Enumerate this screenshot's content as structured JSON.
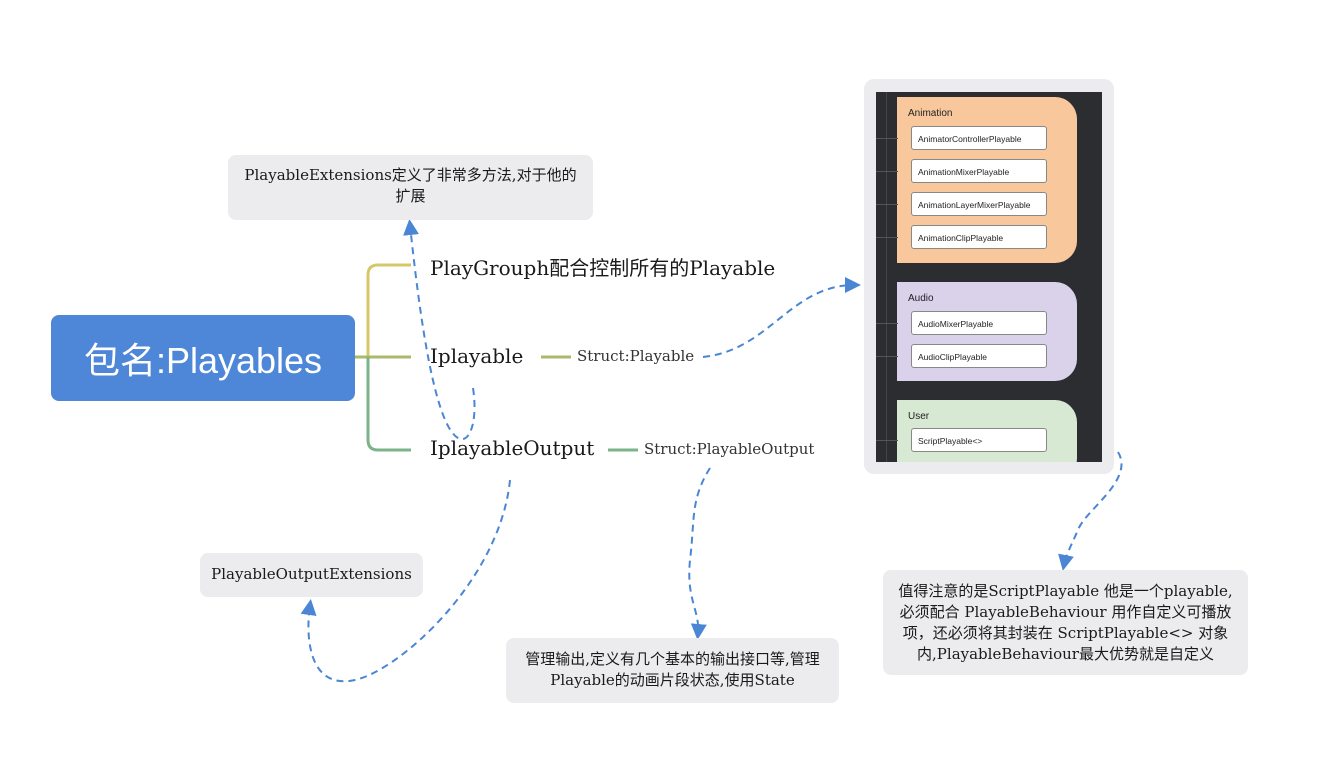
{
  "root": {
    "label": "包名:Playables"
  },
  "branches": {
    "playgroup": "PlayGrouph配合控制所有的Playable",
    "iplayable": "Iplayable",
    "iplayable_output": "IplayableOutput"
  },
  "leaves": {
    "struct_playable": "Struct:Playable",
    "struct_playable_output": "Struct:PlayableOutput"
  },
  "notes": {
    "playable_extensions": "PlayableExtensions定义了非常多方法,对于他的扩展",
    "output_extensions": "PlayableOutputExtensions",
    "output_desc": "管理输出,定义有几个基本的输出接口等,管理Playable的动画片段状态,使用State",
    "script_playable": "值得注意的是ScriptPlayable 他是一个playable,必须配合 PlayableBehaviour 用作自定义可播放项，还必须将其封装在 ScriptPlayable<> 对象内,PlayableBehaviour最大优势就是自定义"
  },
  "image_panel": {
    "groups": [
      {
        "title": "Animation",
        "color": "#f9c79c",
        "items": [
          "AnimatorControllerPlayable",
          "AnimationMixerPlayable",
          "AnimationLayerMixerPlayable",
          "AnimationClipPlayable"
        ]
      },
      {
        "title": "Audio",
        "color": "#d9d2ea",
        "items": [
          "AudioMixerPlayable",
          "AudioClipPlayable"
        ]
      },
      {
        "title": "User",
        "color": "#d7e8d3",
        "items": [
          "ScriptPlayable<>"
        ]
      }
    ]
  },
  "colors": {
    "root_bg": "#4e87d8",
    "branch_playgroup": "#d6c76a",
    "branch_iplayable": "#aab96a",
    "branch_output": "#7bb48a",
    "arrow": "#4a86d3",
    "note_bg": "#ecebee"
  }
}
